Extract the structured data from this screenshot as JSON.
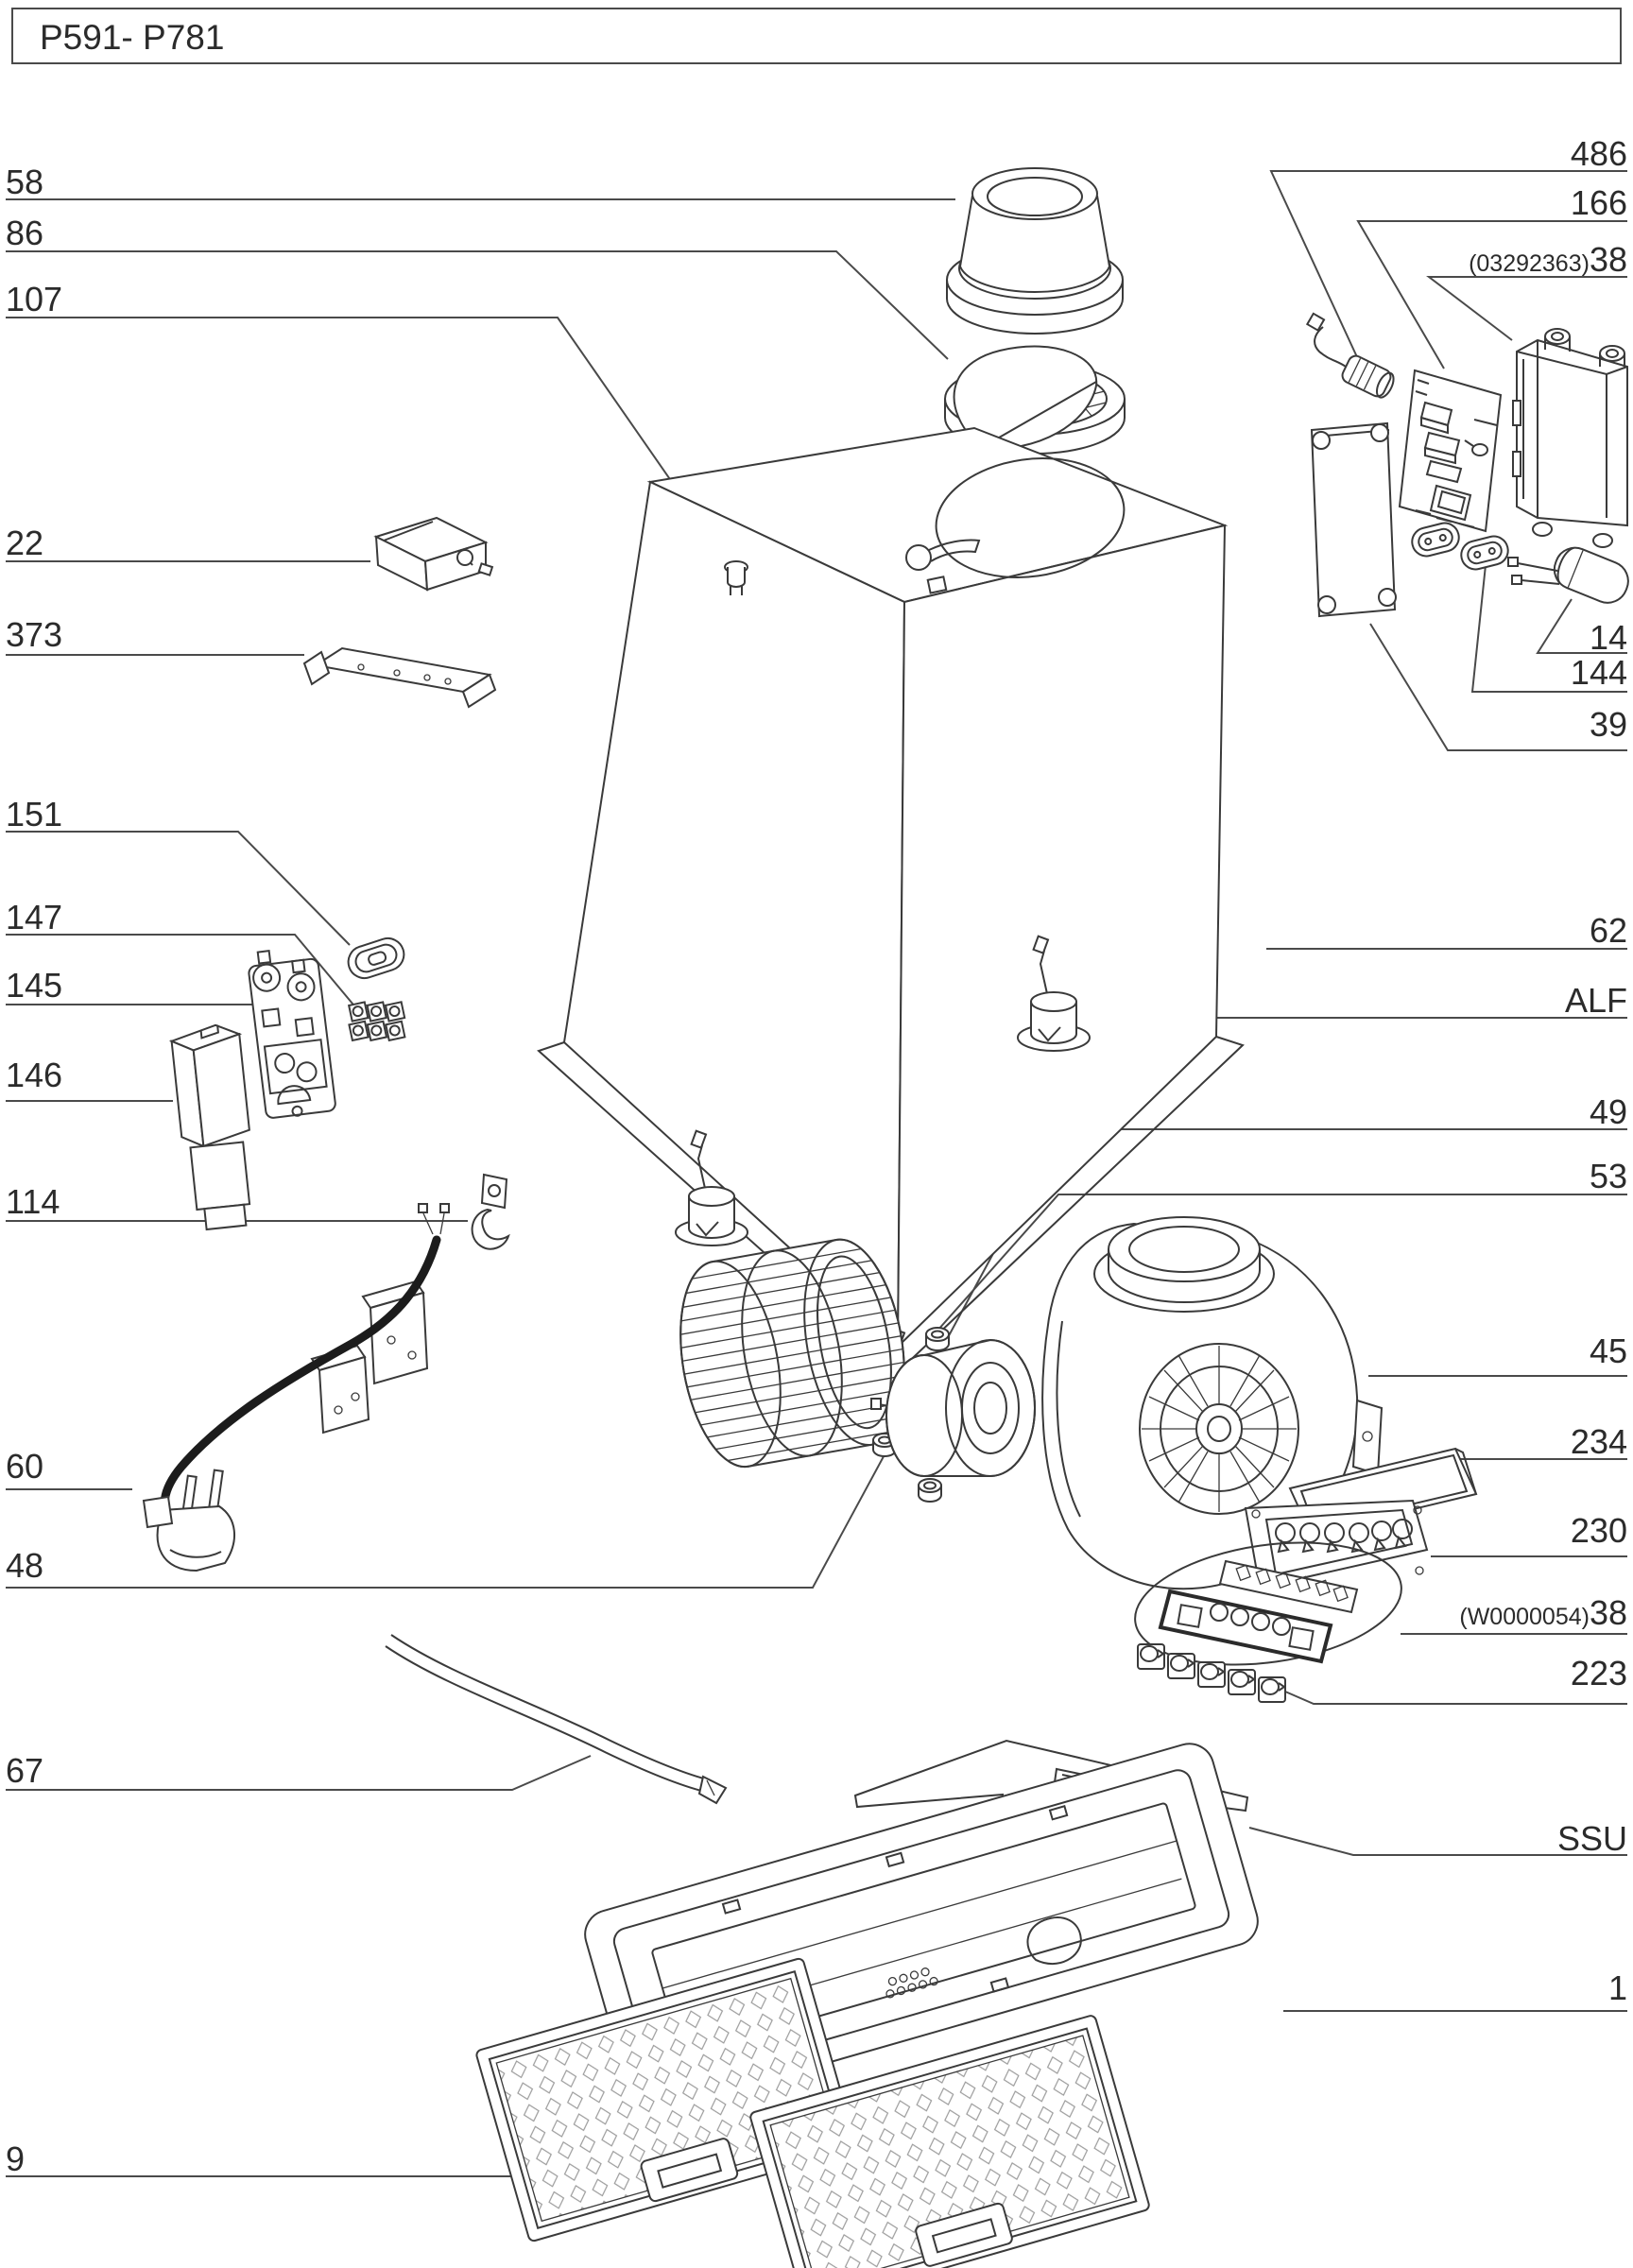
{
  "page": {
    "title": "P591- P781"
  },
  "diagram": {
    "labels": [
      {
        "id": "58",
        "prefix": "",
        "text": "58"
      },
      {
        "id": "86",
        "prefix": "",
        "text": "86"
      },
      {
        "id": "107",
        "prefix": "",
        "text": "107"
      },
      {
        "id": "22",
        "prefix": "",
        "text": "22"
      },
      {
        "id": "373",
        "prefix": "",
        "text": "373"
      },
      {
        "id": "151",
        "prefix": "",
        "text": "151"
      },
      {
        "id": "147",
        "prefix": "",
        "text": "147"
      },
      {
        "id": "145",
        "prefix": "",
        "text": "145"
      },
      {
        "id": "146",
        "prefix": "",
        "text": "146"
      },
      {
        "id": "114",
        "prefix": "",
        "text": "114"
      },
      {
        "id": "60",
        "prefix": "",
        "text": "60"
      },
      {
        "id": "48",
        "prefix": "",
        "text": "48"
      },
      {
        "id": "67",
        "prefix": "",
        "text": "67"
      },
      {
        "id": "9",
        "prefix": "",
        "text": "9"
      },
      {
        "id": "486",
        "prefix": "",
        "text": "486"
      },
      {
        "id": "166",
        "prefix": "",
        "text": "166"
      },
      {
        "id": "38-top",
        "prefix": "(03292363)",
        "text": "38"
      },
      {
        "id": "14",
        "prefix": "",
        "text": "14"
      },
      {
        "id": "144",
        "prefix": "",
        "text": "144"
      },
      {
        "id": "39",
        "prefix": "",
        "text": "39"
      },
      {
        "id": "62",
        "prefix": "",
        "text": "62"
      },
      {
        "id": "ALF",
        "prefix": "",
        "text": "ALF"
      },
      {
        "id": "49",
        "prefix": "",
        "text": "49"
      },
      {
        "id": "53",
        "prefix": "",
        "text": "53"
      },
      {
        "id": "45",
        "prefix": "",
        "text": "45"
      },
      {
        "id": "234",
        "prefix": "",
        "text": "234"
      },
      {
        "id": "230",
        "prefix": "",
        "text": "230"
      },
      {
        "id": "38-mid",
        "prefix": "(W0000054)",
        "text": "38"
      },
      {
        "id": "223",
        "prefix": "",
        "text": "223"
      },
      {
        "id": "SSU",
        "prefix": "",
        "text": "SSU"
      },
      {
        "id": "1",
        "prefix": "",
        "text": "1"
      }
    ]
  }
}
